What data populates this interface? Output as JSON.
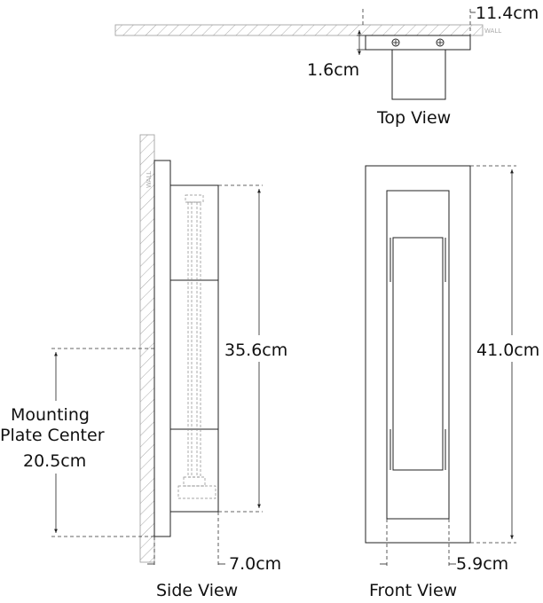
{
  "views": {
    "top": {
      "title": "Top View",
      "wall_label": "WALL"
    },
    "side": {
      "title": "Side View",
      "wall_label": "WALL"
    },
    "front": {
      "title": "Front View"
    }
  },
  "dimensions": {
    "top_depth": "11.4cm",
    "top_plate": "1.6cm",
    "side_height": "35.6cm",
    "side_depth": "7.0cm",
    "mount_line1": "Mounting",
    "mount_line2": "Plate Center",
    "mount_value": "20.5cm",
    "front_height": "41.0cm",
    "front_width": "5.9cm"
  },
  "colors": {
    "line": "#222222",
    "hatch": "#999999",
    "background": "#ffffff"
  }
}
